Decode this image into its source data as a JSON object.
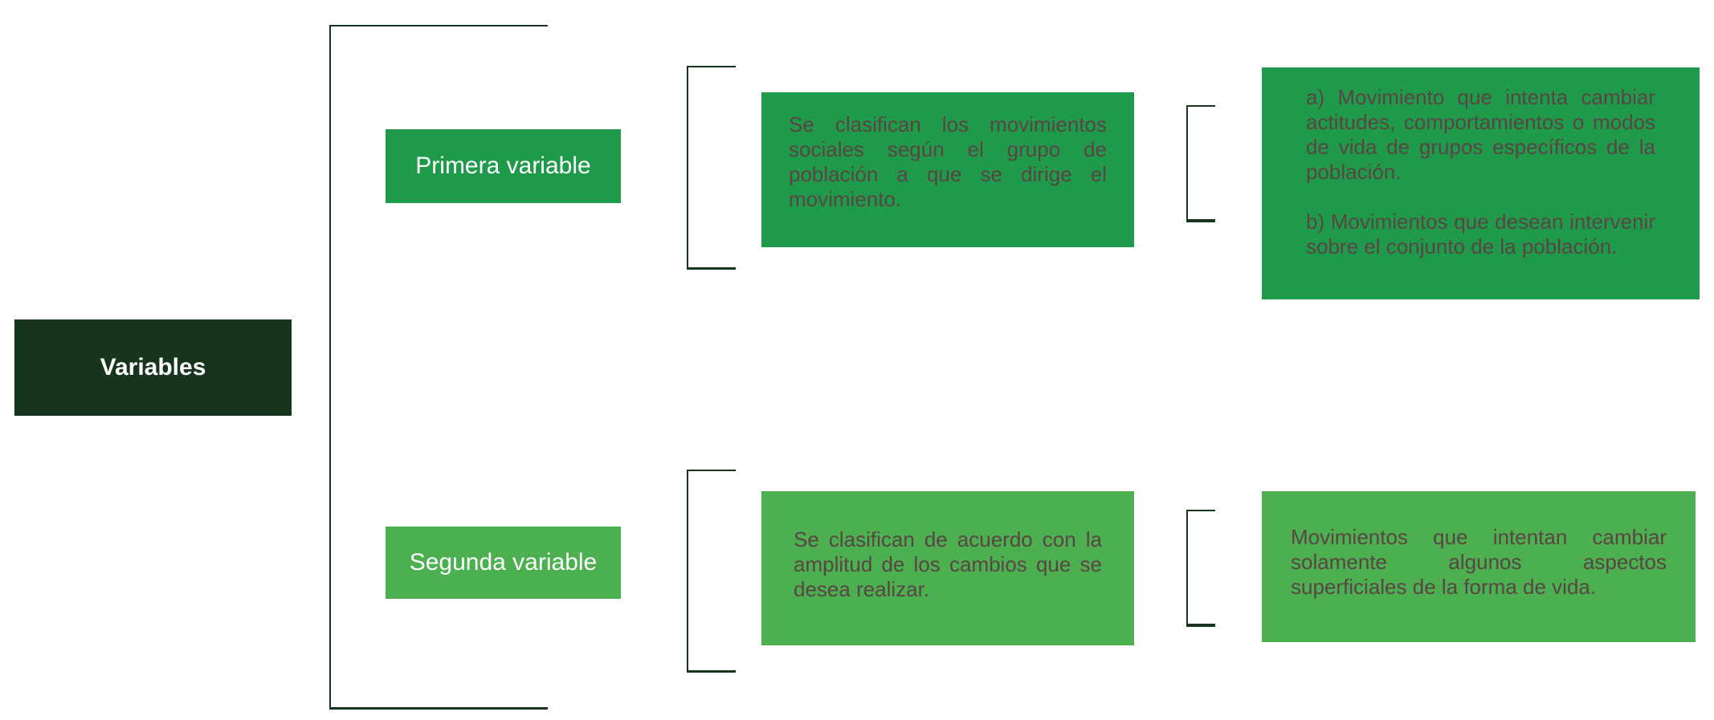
{
  "root": {
    "title": "Variables"
  },
  "colors": {
    "dark_green": "#17341c",
    "primary_green": "#1f9a4b",
    "secondary_green": "#4caf50",
    "body_text": "#5a4545",
    "label_text": "#ffffff",
    "background": "#ffffff"
  },
  "primera": {
    "label": "Primera variable",
    "description": "Se clasifican los movimientos sociales según el grupo de población a que se dirige el movimiento.",
    "detail_a": "a) Movimiento que intenta cambiar actitudes, comportamientos o modos de vida de grupos específicos de la población.",
    "detail_b": "b) Movimientos que desean intervenir sobre el conjunto de la población."
  },
  "segunda": {
    "label": "Segunda variable",
    "description": "Se clasifican de acuerdo con la amplitud de los cambios que se desea realizar.",
    "detail": "Movimientos que intentan cambiar solamente algunos aspectos superficiales de la forma de vida."
  }
}
